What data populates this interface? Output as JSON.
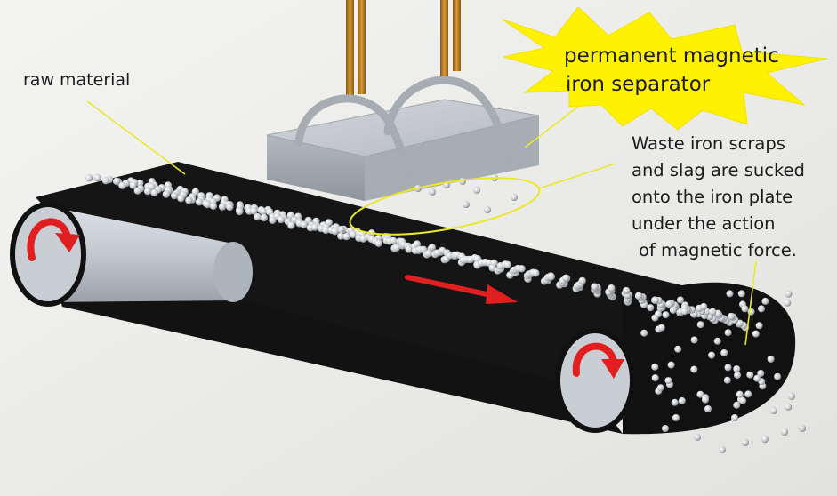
{
  "labels": {
    "raw_material": "raw material",
    "separator_line1": "permanent magnetic",
    "separator_line2": "iron separator",
    "waste_line1": "Waste iron scraps",
    "waste_line2": "and slag are sucked",
    "waste_line3": "onto the iron plate",
    "waste_line4": "under the action",
    "waste_line5": "of magnetic force."
  },
  "colors": {
    "background": "#ededeb",
    "belt": "#111111",
    "magnet_body": "#b9bec4",
    "rods": "#b8741a",
    "starburst": "#fff200",
    "arrows": "#e02020",
    "leader_lines": "#e8e830"
  }
}
